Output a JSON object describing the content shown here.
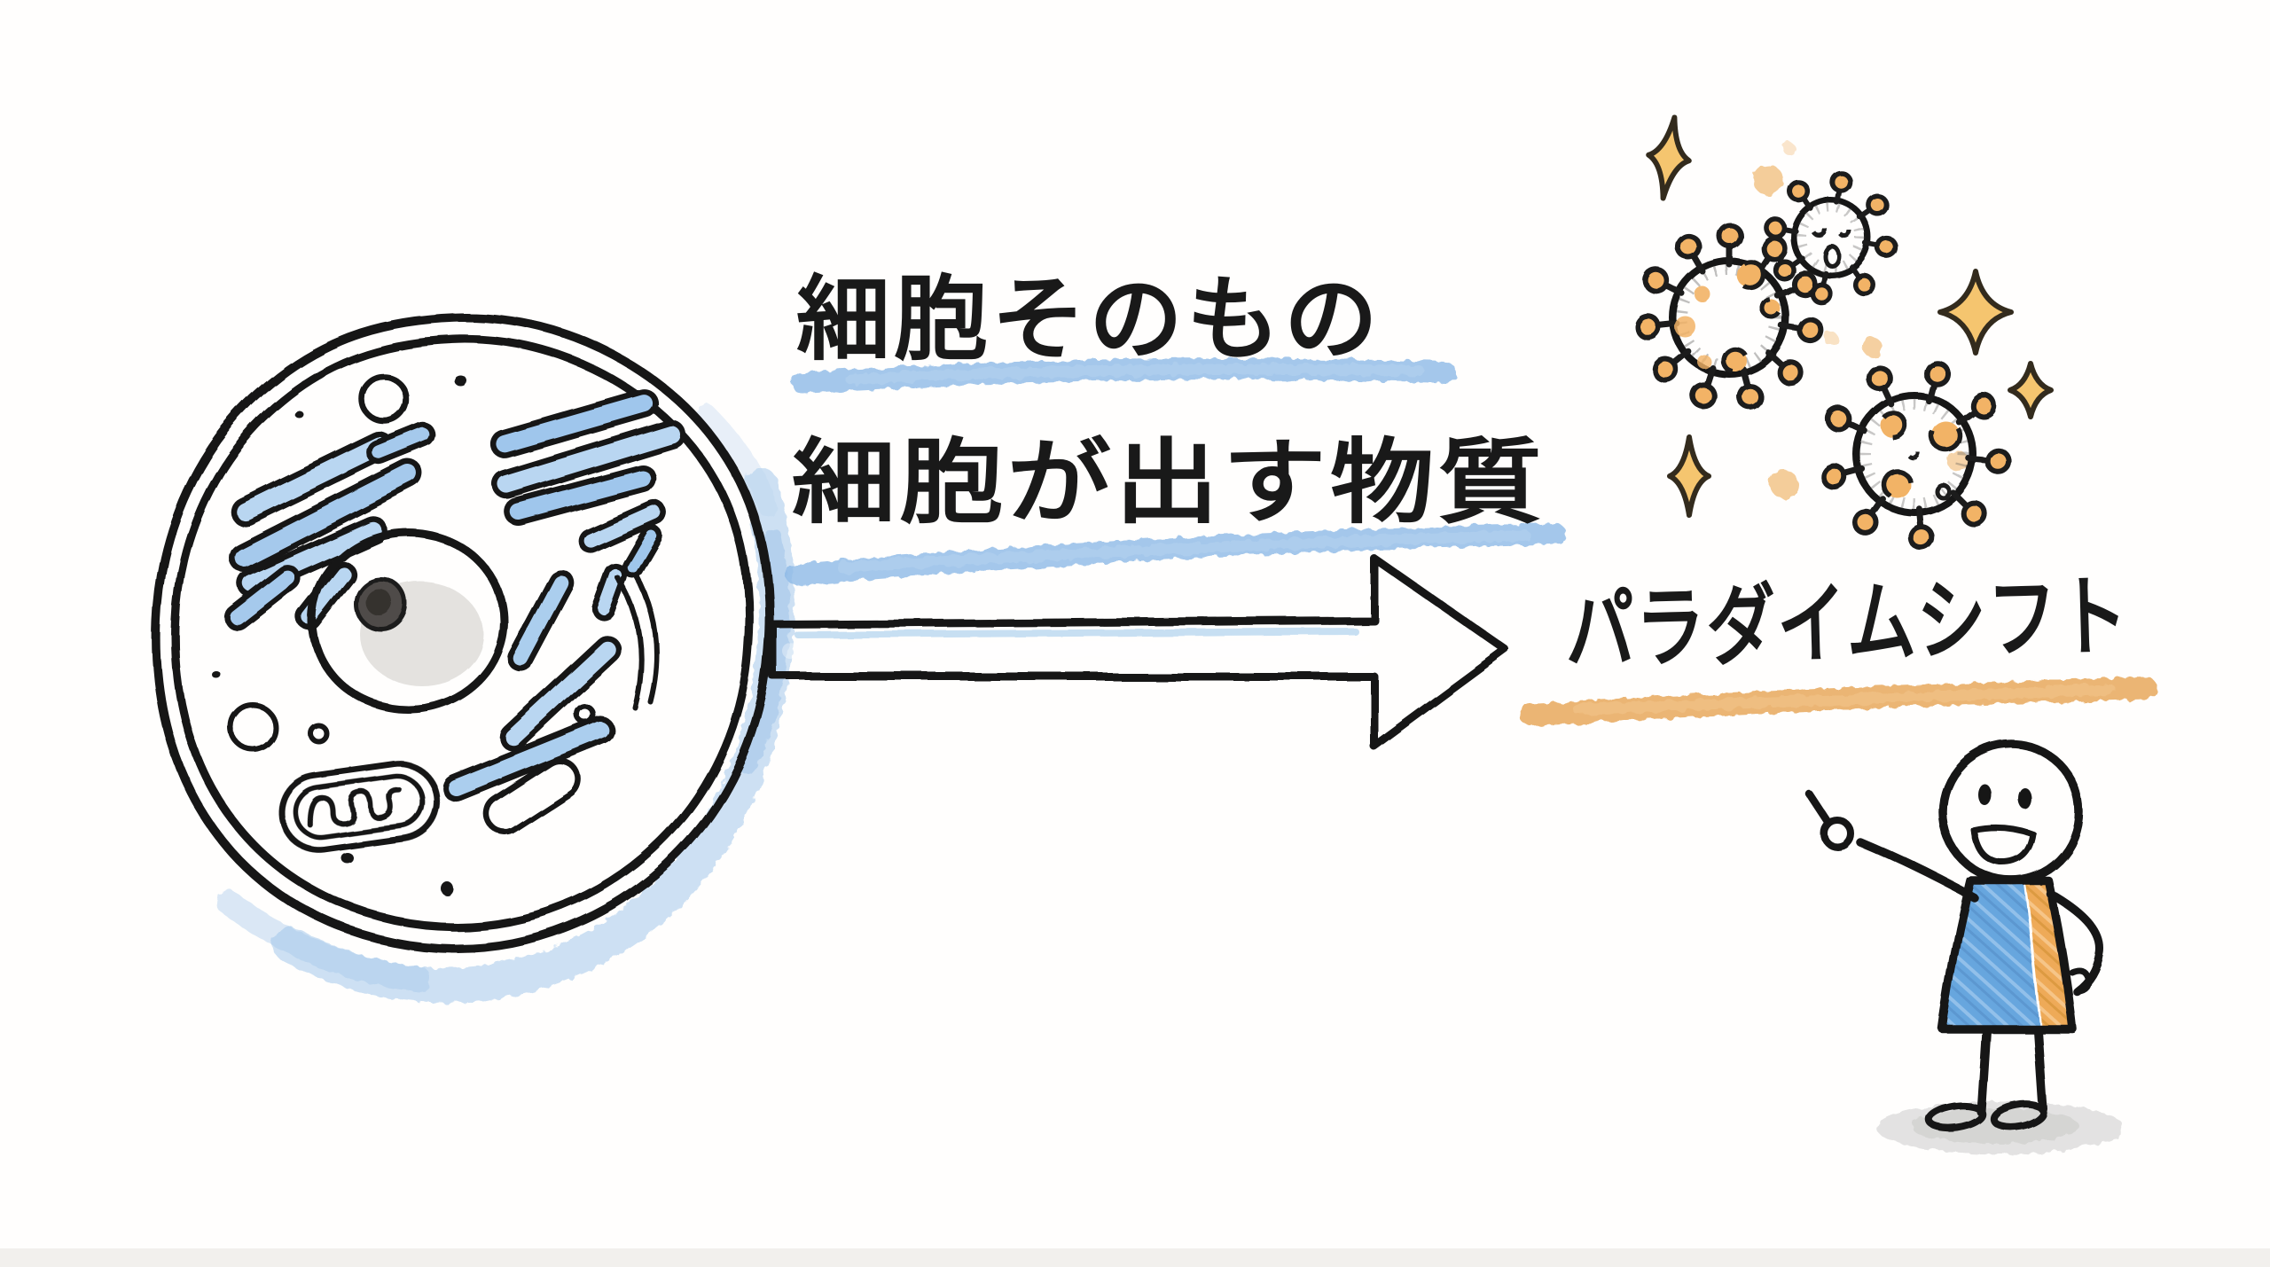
{
  "illustration": {
    "labels": {
      "source_line1": "細胞そのもの",
      "source_line2": "細胞が出す物質",
      "result": "パラダイムシフト"
    },
    "colors": {
      "ink": "#161616",
      "blue_highlight": "#8db9e6",
      "orange_highlight": "#e8a85c",
      "arrow_fill_light": "#e8f1fa",
      "arrow_fill_deep": "#90c0ea",
      "cell_organelle_blue": "#5b9bd5",
      "cell_shadow_blue": "#9ec4e9",
      "nucleus_gray": "#c7c4bf",
      "virus_spike_orange": "#f2b366",
      "sparkle_orange": "#f5c56f",
      "figure_shirt_blue": "#4d96d9",
      "figure_shirt_orange": "#eda145",
      "ground_shadow_gray": "#c2c2c0"
    },
    "icons": {
      "cell": "animal-cell-sketch-icon",
      "arrow": "right-arrow-icon",
      "exosomes": "virus-particle-icons",
      "sparkles": "sparkle-icons",
      "person": "pointing-stick-figure-icon"
    }
  }
}
